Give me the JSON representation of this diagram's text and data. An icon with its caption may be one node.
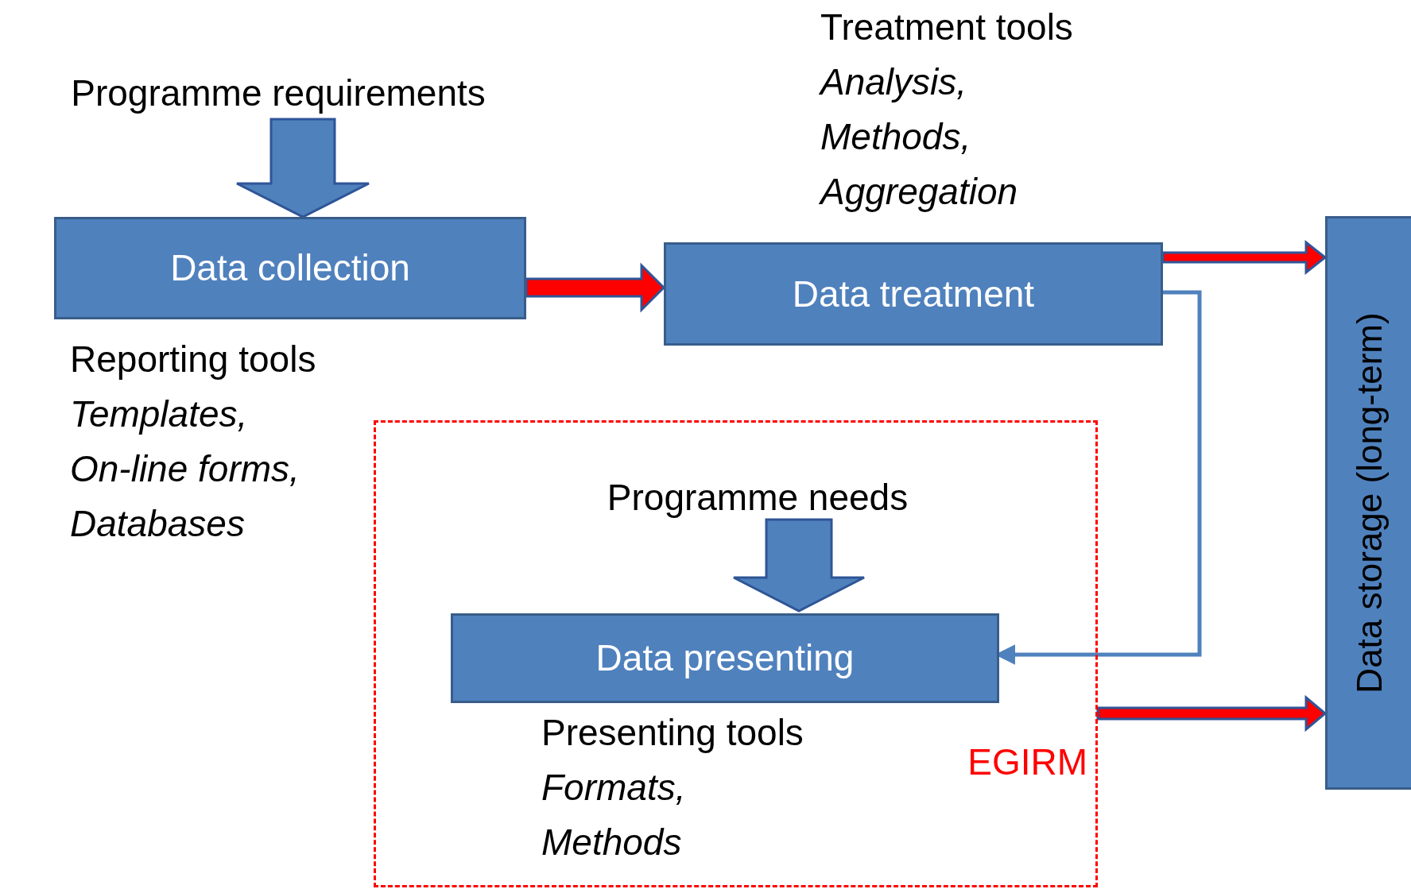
{
  "diagram": {
    "nodes": [
      {
        "text": [
          "Programme requirements"
        ]
      },
      {
        "text": [
          "Data collection"
        ],
        "beside": [
          "Reporting tools",
          "Templates,",
          "On-line forms,",
          "Databases"
        ]
      },
      {
        "text": [
          "Data treatment"
        ],
        "beside": [
          "Treatment tools",
          "Analysis,",
          "Methods,",
          "Aggregation"
        ]
      },
      {
        "text": [
          "Data storage (long-term)"
        ]
      },
      {
        "text": [
          "EGIRM"
        ]
      },
      {
        "text": [
          "Programme needs"
        ],
        "in": 4
      },
      {
        "text": [
          "Data presenting"
        ],
        "in": 4,
        "beside": [
          "Presenting tools",
          "Formats,",
          "Methods"
        ]
      }
    ],
    "edges": [
      {
        "from": 0,
        "to": 1,
        "arrow": "to",
        "style": "thick",
        "color": "#4f81bd"
      },
      {
        "from": 1,
        "to": 2,
        "arrow": "to",
        "style": "thick"
      },
      {
        "from": 2,
        "to": 3,
        "arrow": "to",
        "style": "thick"
      },
      {
        "from": 2,
        "to": 6,
        "arrow": "to",
        "color": "#4f81bd"
      },
      {
        "from": 4,
        "to": 3,
        "arrow": "to",
        "style": "thick"
      },
      {
        "from": 5,
        "to": 6,
        "arrow": "to",
        "style": "thick",
        "color": "#4f81bd"
      }
    ]
  }
}
